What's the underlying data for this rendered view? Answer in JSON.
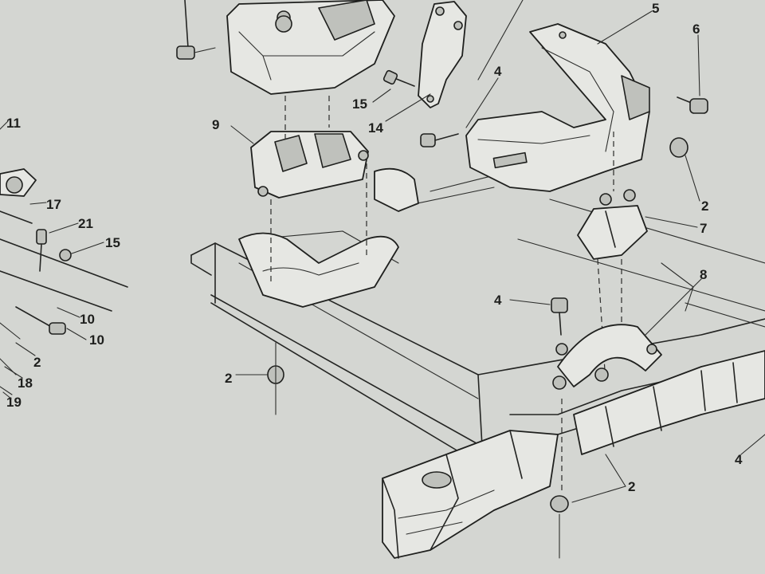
{
  "diagram": {
    "background": "#d4d6d2",
    "ink": "#1e1f1d",
    "callouts": [
      {
        "id": "c1",
        "label": "5"
      },
      {
        "id": "c2",
        "label": "6"
      },
      {
        "id": "c3",
        "label": "4"
      },
      {
        "id": "c4",
        "label": "15"
      },
      {
        "id": "c5",
        "label": "14"
      },
      {
        "id": "c6",
        "label": "9"
      },
      {
        "id": "c7",
        "label": "2"
      },
      {
        "id": "c8",
        "label": "7"
      },
      {
        "id": "c9",
        "label": "8"
      },
      {
        "id": "c10",
        "label": "4"
      },
      {
        "id": "c11",
        "label": "2"
      },
      {
        "id": "c12",
        "label": "2"
      },
      {
        "id": "c13",
        "label": "4"
      },
      {
        "id": "c14",
        "label": "11"
      },
      {
        "id": "c15",
        "label": "17"
      },
      {
        "id": "c16",
        "label": "21"
      },
      {
        "id": "c17",
        "label": "15"
      },
      {
        "id": "c18",
        "label": "10"
      },
      {
        "id": "c19",
        "label": "10"
      },
      {
        "id": "c20",
        "label": "2"
      },
      {
        "id": "c21",
        "label": "18"
      },
      {
        "id": "c22",
        "label": "19"
      }
    ]
  }
}
